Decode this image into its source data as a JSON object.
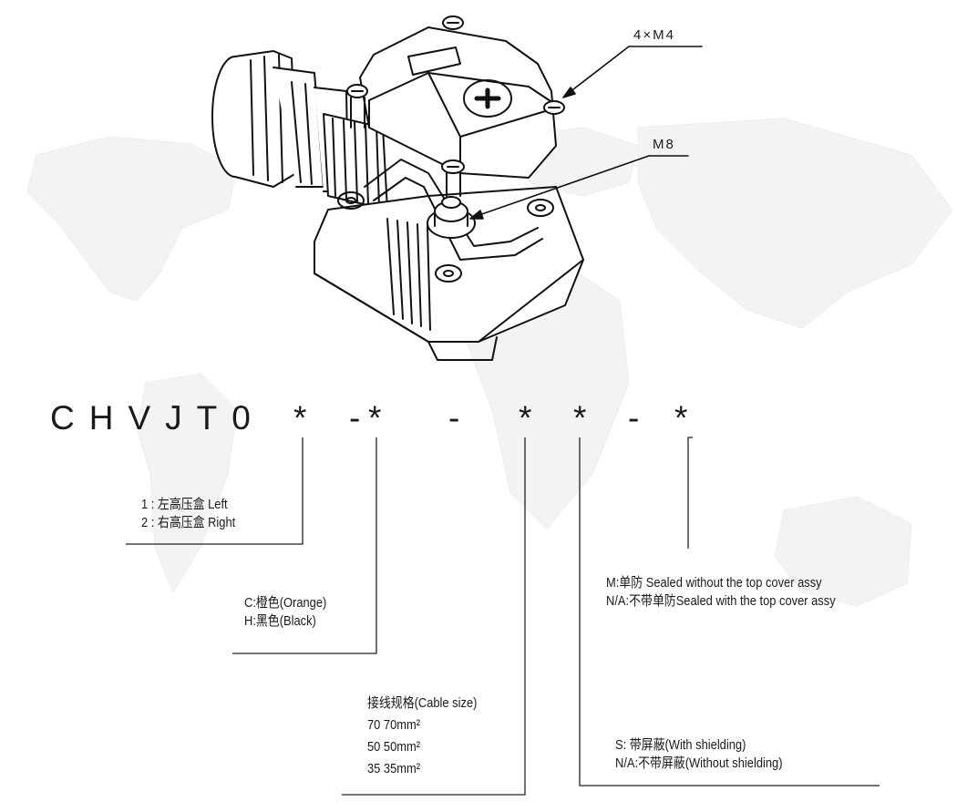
{
  "callouts": {
    "screws": "4×M4",
    "stud": "M8"
  },
  "part_number": {
    "prefix": "CHVJT0",
    "chars": [
      "*",
      "-",
      "*",
      "-",
      "*",
      "*",
      "-",
      "*"
    ]
  },
  "options": {
    "side": {
      "lines": [
        "1 : 左高压盒 Left",
        "2 : 右高压盒 Right"
      ]
    },
    "color": {
      "lines": [
        "C:橙色(Orange)",
        "H:黑色(Black)"
      ]
    },
    "cable": {
      "title": "接线规格(Cable size)",
      "lines": [
        "70  70mm²",
        "50  50mm²",
        "35  35mm²"
      ]
    },
    "shielding": {
      "lines": [
        "S: 带屏蔽(With  shielding)",
        "N/A:不带屏蔽(Without  shielding)"
      ]
    },
    "seal": {
      "lines": [
        "M:单防 Sealed without the top cover assy",
        "N/A:不带单防Sealed with the top cover assy"
      ]
    }
  }
}
